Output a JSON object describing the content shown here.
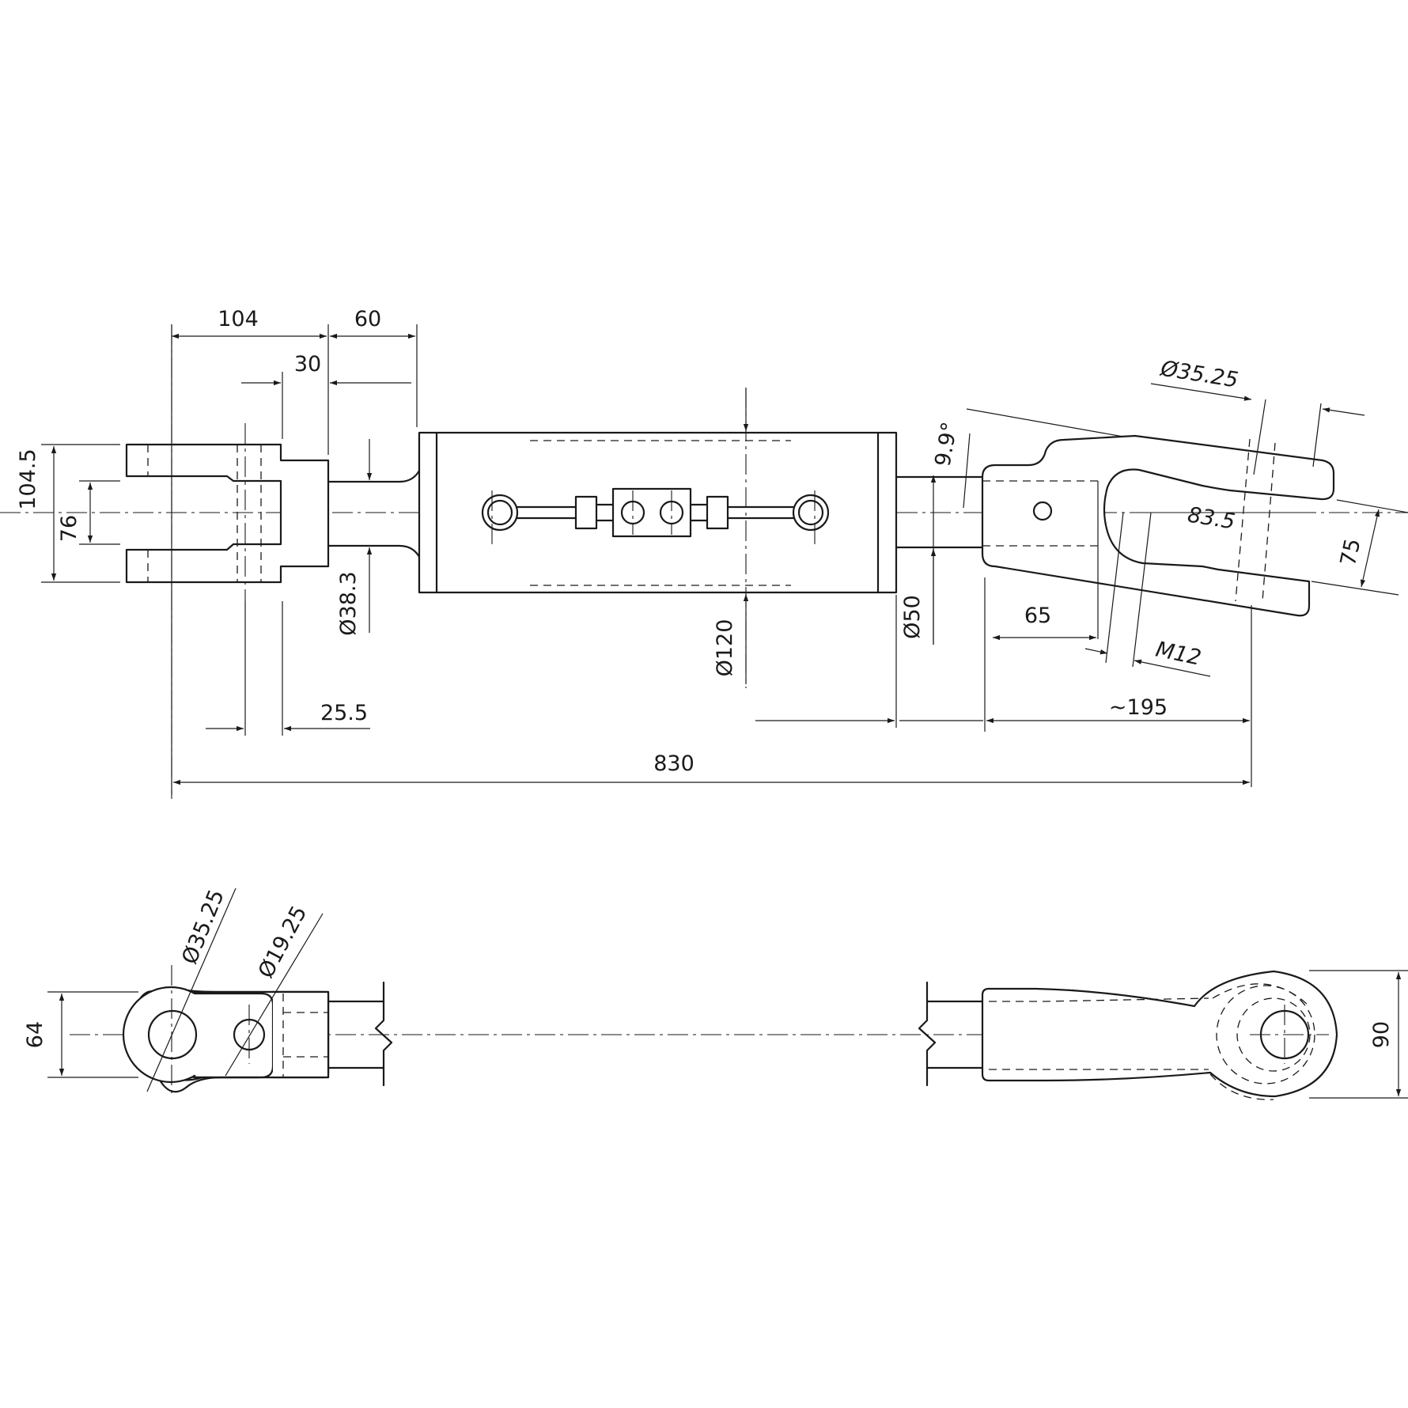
{
  "dimensions": {
    "d104": "104",
    "d60": "60",
    "d30": "30",
    "d1045": "104.5",
    "d76": "76",
    "d383": "Ø38.3",
    "d255": "25.5",
    "d120": "Ø120",
    "d50": "Ø50",
    "d99": "9.9°",
    "d3525_top": "Ø35.25",
    "d835": "83.5",
    "d75": "75",
    "d65": "65",
    "m12": "M12",
    "d195": "~195",
    "d830": "830",
    "d3525_bot": "Ø35.25",
    "d1925": "Ø19.25",
    "d64": "64",
    "d90": "90"
  }
}
